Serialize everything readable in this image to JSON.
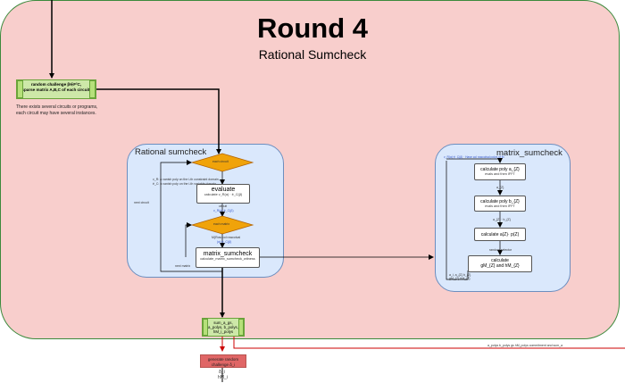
{
  "title": "Round 4",
  "subtitle": "Rational Sumcheck",
  "challenge_box": {
    "line1": "random challenge β∈F²C,",
    "line2": "sparse matrix A,B,C of each circuit."
  },
  "note": {
    "line1": "There exists several circuits or programs,",
    "line2": "each circuit may have several instances."
  },
  "rational_panel": {
    "title": "Rational sumcheck",
    "each_circuit": "each circuit",
    "evaluate_title": "evaluate",
    "evaluate_sub": "calculate v_R(α) · ê_C(β)",
    "vanish_note1": "v_R: a vanish poly on the i-th constraint domain,",
    "vanish_note2": "ê_C: a vanish poly on the i-th variable domain.",
    "circuit_label": "circuit",
    "circuit_expr": "v_R(α)·ê_C(β)",
    "next_circuit": "next circuit",
    "each_matrix": "each matrix",
    "rowcol_note": "M(Row col rowcolval",
    "rowcol_expr": "(α)·ê_C(β)",
    "matrix_title": "matrix_sumcheck",
    "matrix_sub": "calculate_matrix_sumcheck_witness",
    "next_matrix": "next matrix"
  },
  "matrix_panel": {
    "title": "matrix_sumcheck",
    "input_note": "v_R(α)·ê_C(β) · Have col rowcolval polys of M",
    "step1_title": "calculate poly a_{Z}",
    "step1_sub": "evals and then IFFT",
    "label1": "a_{Z}",
    "step2_title": "calculate poly b_{Z}",
    "step2_sub": "evals and then IFFT",
    "label2": "a_{Z} · b_{Z}",
    "step3_title": "calculate a(Z)· p(Z)",
    "label3": "random selector",
    "step4_title": "calculate",
    "step4_sub": "gM_{Z} and hM_{Z}",
    "out_label1": "a_i, a_{Z} b_{Z}",
    "out_label2": "gM_{Z} hM_{Z}"
  },
  "sum_box": {
    "line1": "sum_a_gs,",
    "line2": "a_polys, b_polys,",
    "line3": "hM_i_polys"
  },
  "long_label": "a_polys b_polys gs hM_polys commitment and sum_a",
  "random_box": {
    "line1": "generate random",
    "line2": "challenge δ_i"
  },
  "outputs": {
    "line1": "δ_i",
    "line2": "hM_i"
  },
  "colors": {
    "background": "#f8cecc",
    "panel": "#dae8fc",
    "diamond": "#f0a30a",
    "green": "#cde8a8",
    "red": "#e06666",
    "border_green": "#3c8a3c"
  }
}
